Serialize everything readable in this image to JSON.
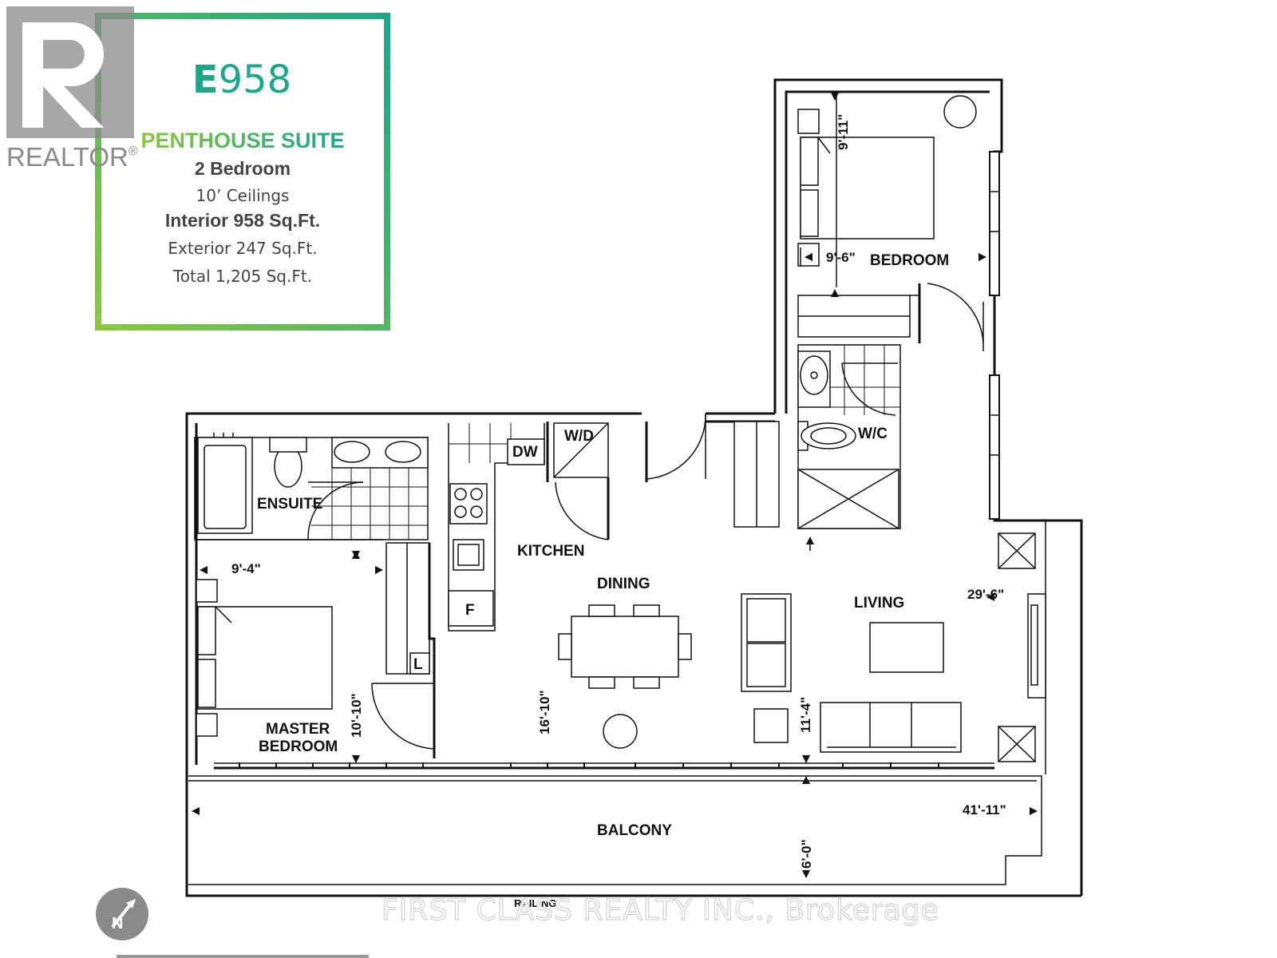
{
  "info": {
    "unit_code_prefix": "E",
    "unit_code_number": "958",
    "suite_type": "PENTHOUSE SUITE",
    "bedrooms": "2 Bedroom",
    "ceilings": "10’ Ceilings",
    "interior": "Interior 958 Sq.Ft.",
    "exterior": "Exterior 247 Sq.Ft.",
    "total": "Total 1,205 Sq.Ft."
  },
  "logo": {
    "realtor_text": "REALTOR",
    "registered": "®"
  },
  "rooms": {
    "bedroom": "BEDROOM",
    "wc": "W/C",
    "ensuite": "ENSUITE",
    "kitchen": "KITCHEN",
    "dining": "DINING",
    "living": "LIVING",
    "master_line1": "MASTER",
    "master_line2": "BEDROOM",
    "balcony": "BALCONY",
    "railing": "RAILING"
  },
  "fixtures": {
    "dw": "DW",
    "wd": "W/D",
    "fridge": "F",
    "linen": "L"
  },
  "dimensions": {
    "bedroom_height": "9'-11\"",
    "bedroom_width": "9'-6\"",
    "master_width": "9'-4\"",
    "master_height": "10'-10\"",
    "dining_height": "16'-10\"",
    "living_height": "11'-4\"",
    "living_width": "29'-6\"",
    "balcony_width": "41'-11\"",
    "balcony_depth": "6'-0\""
  },
  "watermark": "FIRST CLASS REALTY INC., Brokerage",
  "colors": {
    "accent_green": "#8cc63f",
    "accent_teal": "#1aa889",
    "realtor_gray": "#8a8a8a",
    "line_black": "#111111"
  },
  "icons": {
    "compass": "north-arrow-icon",
    "logo": "realtor-logo-icon"
  }
}
